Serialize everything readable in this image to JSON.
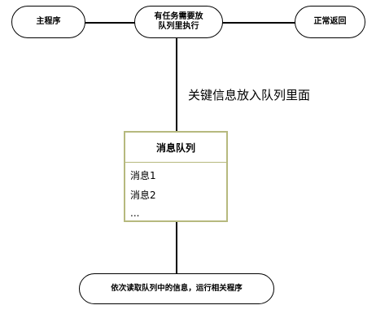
{
  "nodes": {
    "main_program": "主程序",
    "task_line_1": "有任务需要放",
    "task_line_2": "队列里执行",
    "normal_return": "正常返回",
    "consumer": "依次读取队列中的信息，运行相关程序"
  },
  "edge_label": "关键信息放入队列里面",
  "queue": {
    "title": "消息队列",
    "items": [
      "消息1",
      "消息2",
      "..."
    ]
  },
  "colors": {
    "queue_border": "#b6b97e",
    "line": "#000000",
    "background": "#ffffff"
  }
}
